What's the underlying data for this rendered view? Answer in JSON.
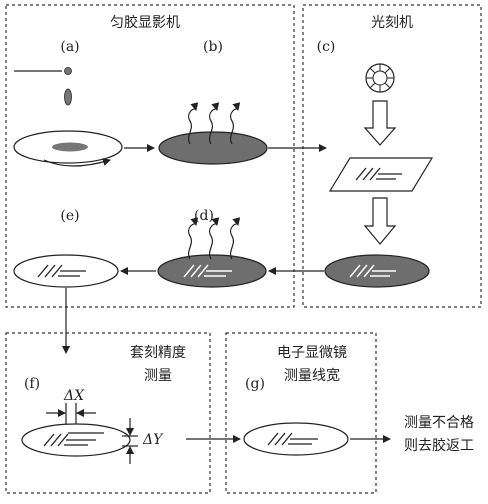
{
  "boxes": {
    "developer": "匀胶显影机",
    "litho": "光刻机",
    "overlay_line1": "套刻精度",
    "overlay_line2": "测量",
    "sem_line1": "电子显微镜",
    "sem_line2": "测量线宽"
  },
  "steps": {
    "a": "(a)",
    "b": "(b)",
    "c": "(c)",
    "d": "(d)",
    "e": "(e)",
    "f": "(f)",
    "g": "(g)"
  },
  "measure": {
    "dx": "ΔX",
    "dy": "ΔY"
  },
  "rework": {
    "line1": "测量不合格",
    "line2": "则去胶返工"
  }
}
